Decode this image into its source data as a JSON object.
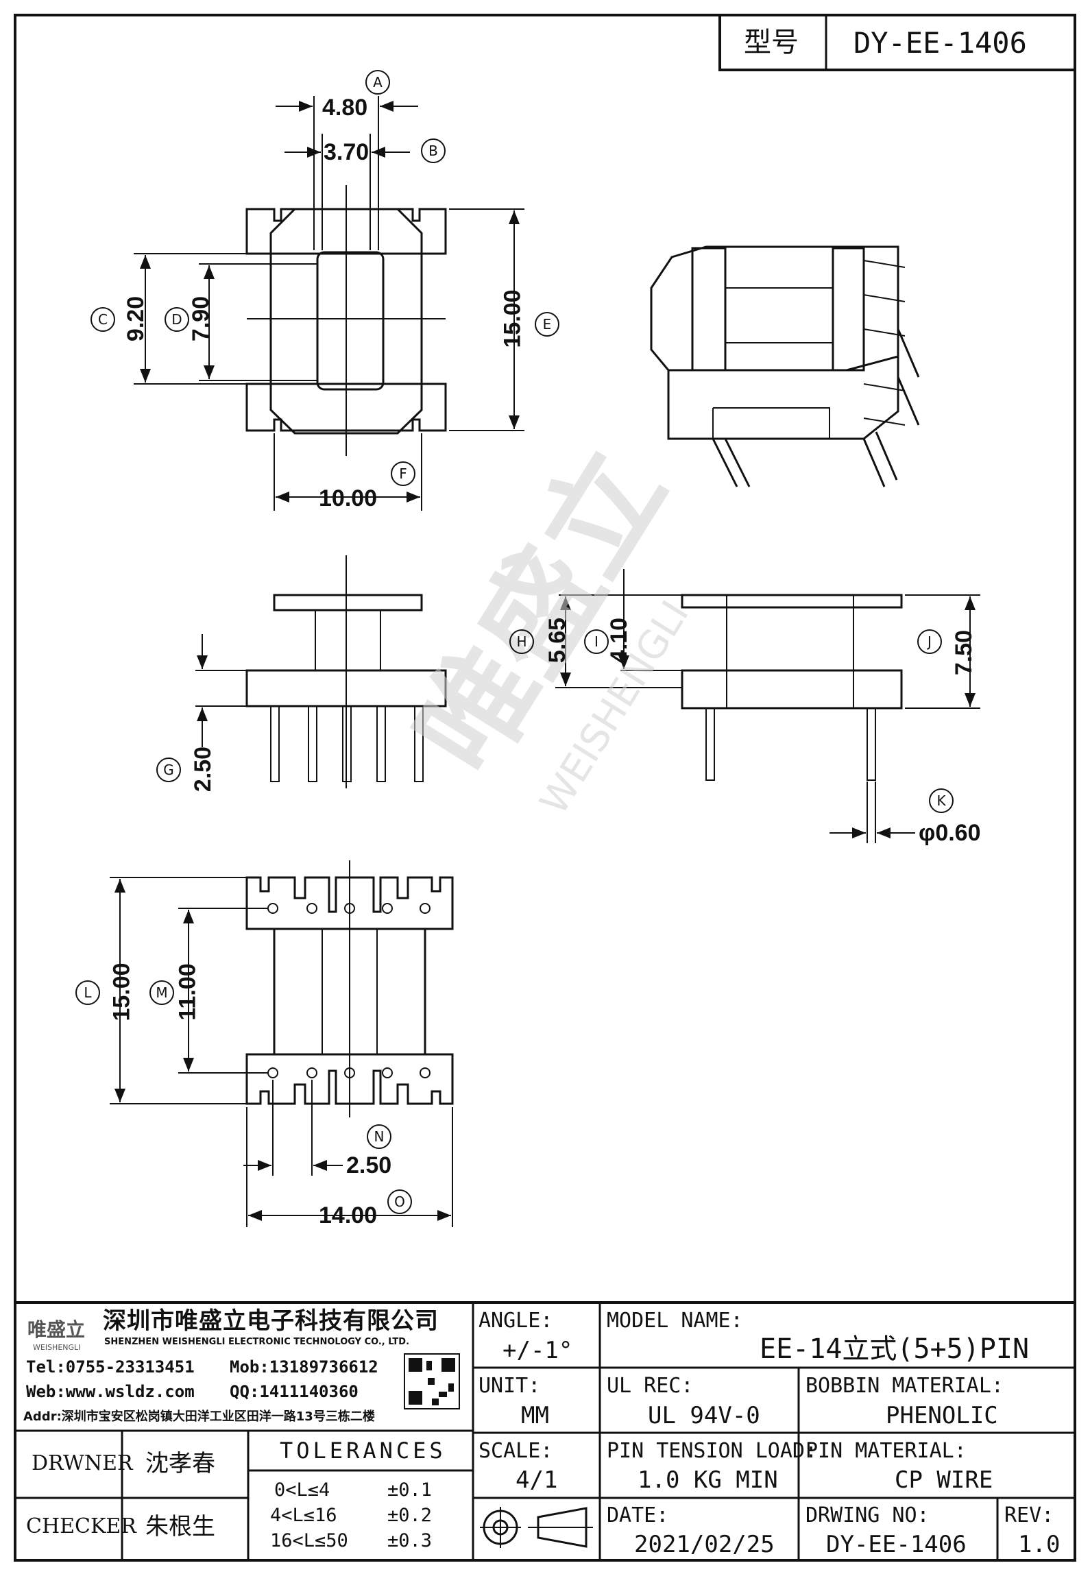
{
  "header": {
    "type_label": "型号",
    "type_value": "DY-EE-1406"
  },
  "dimensions": {
    "A": "4.80",
    "B": "3.70",
    "C": "9.20",
    "D": "7.90",
    "E": "15.00",
    "F": "10.00",
    "G": "2.50",
    "H": "5.65",
    "I": "4.10",
    "J": "7.50",
    "K": "φ0.60",
    "L": "15.00",
    "M": "11.00",
    "N": "2.50",
    "O": "14.00"
  },
  "markers": [
    "A",
    "B",
    "C",
    "D",
    "E",
    "F",
    "G",
    "H",
    "I",
    "J",
    "K",
    "L",
    "M",
    "N",
    "O"
  ],
  "watermark": {
    "cn": "唯盛立",
    "en": "WEISHENGLI"
  },
  "company": {
    "logo_cn": "唯盛立",
    "logo_en": "WEISHENGLI",
    "name_cn": "深圳市唯盛立电子科技有限公司",
    "name_en": "SHENZHEN WEISHENGLI ELECTRONIC TECHNOLOGY CO., LTD.",
    "tel": "Tel:0755-23313451",
    "mob": "Mob:13189736612",
    "web": "Web:www.wsldz.com",
    "qq": "QQ:1411140360",
    "addr": "Addr:深圳市宝安区松岗镇大田洋工业区田洋一路13号三栋二楼"
  },
  "title_block": {
    "angle_label": "ANGLE:",
    "angle_value": "+/-1°",
    "model_label": "MODEL NAME:",
    "model_value": "EE-14立式(5+5)PIN",
    "unit_label": "UNIT:",
    "unit_value": "MM",
    "ul_label": "UL REC:",
    "ul_value": "UL 94V-0",
    "bobbin_label": "BOBBIN MATERIAL:",
    "bobbin_value": "PHENOLIC",
    "scale_label": "SCALE:",
    "scale_value": "4/1",
    "tension_label": "PIN TENSION LOAD:",
    "tension_value": "1.0 KG MIN",
    "pin_label": "PIN MATERIAL:",
    "pin_value": "CP WIRE",
    "date_label": "DATE:",
    "date_value": "2021/02/25",
    "drwno_label": "DRWING NO:",
    "drwno_value": "DY-EE-1406",
    "rev_label": "REV:",
    "rev_value": "1.0",
    "drawer_label": "DRWNER",
    "drawer_value": "沈孝春",
    "checker_label": "CHECKER",
    "checker_value": "朱根生",
    "tolerances_label": "TOLERANCES",
    "tolerances": [
      {
        "range": "0<L≤4",
        "value": "±0.1"
      },
      {
        "range": "4<L≤16",
        "value": "±0.2"
      },
      {
        "range": "16<L≤50",
        "value": "±0.3"
      }
    ]
  }
}
